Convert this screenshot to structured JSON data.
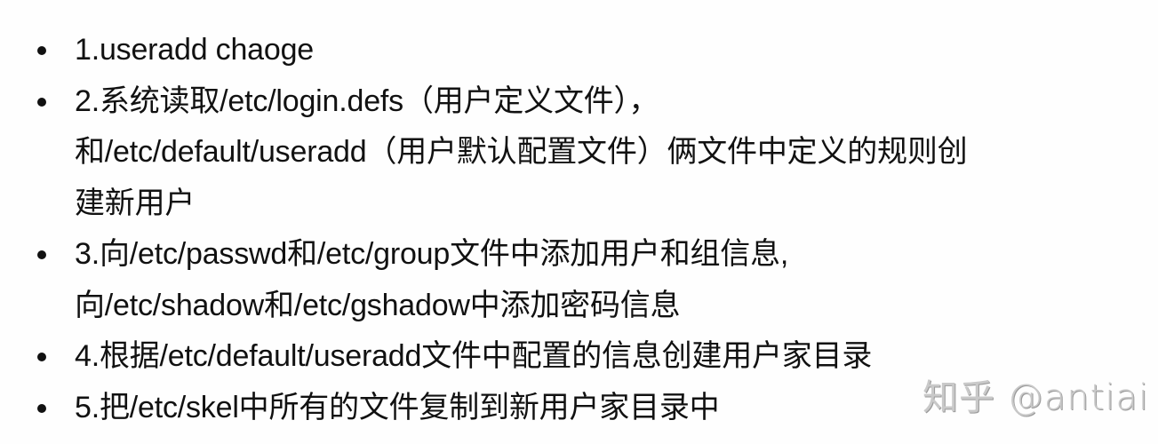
{
  "document": {
    "items": [
      {
        "lines": [
          "1.useradd chaoge"
        ]
      },
      {
        "lines": [
          "2.系统读取/etc/login.defs（用户定义文件），",
          "和/etc/default/useradd（用户默认配置文件）俩文件中定义的规则创",
          "建新用户"
        ]
      },
      {
        "lines": [
          "3.向/etc/passwd和/etc/group文件中添加用户和组信息,",
          "向/etc/shadow和/etc/gshadow中添加密码信息"
        ]
      },
      {
        "lines": [
          "4.根据/etc/default/useradd文件中配置的信息创建用户家目录"
        ]
      },
      {
        "lines": [
          "5.把/etc/skel中所有的文件复制到新用户家目录中"
        ]
      }
    ]
  },
  "watermark": {
    "text": "知乎 @antiai"
  },
  "colors": {
    "text": "#111111",
    "background": "#ffffff",
    "watermark": "#c9c9c9"
  }
}
